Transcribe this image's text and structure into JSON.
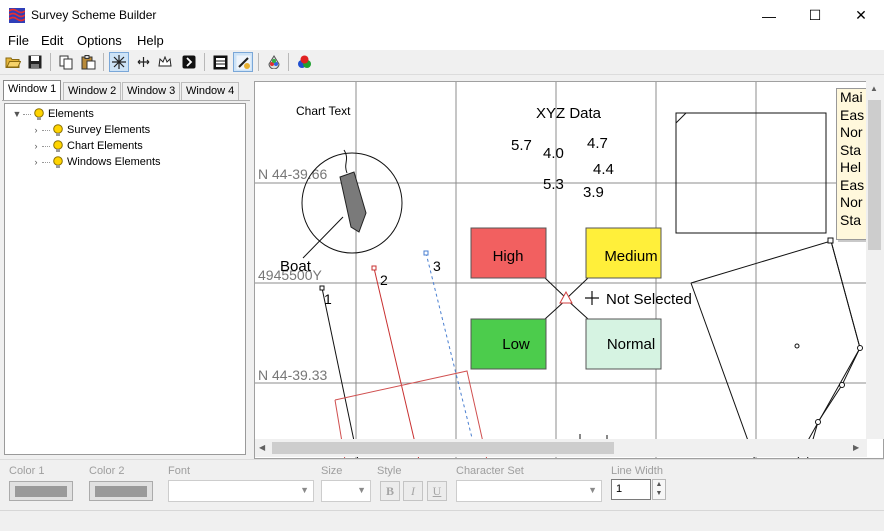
{
  "window": {
    "title": "Survey Scheme Builder",
    "minimize_glyph": "—",
    "maximize_glyph": "☐",
    "close_glyph": "✕"
  },
  "menu": [
    "File",
    "Edit",
    "Options",
    "Help"
  ],
  "toolbar_icons": [
    "open-folder-icon",
    "save-icon",
    "copy-icon",
    "paste-icon",
    "select-tool-icon",
    "move-tool-icon",
    "crown-icon",
    "forward-icon",
    "grid-view-icon",
    "layer-edit-icon",
    "color-drop-icon",
    "color-mix-icon"
  ],
  "tabs": [
    "Window 1",
    "Window 2",
    "Window 3",
    "Window 4"
  ],
  "tree": {
    "root": "Elements",
    "children": [
      "Survey Elements",
      "Chart Elements",
      "Windows Elements"
    ]
  },
  "chart": {
    "chart_text": "Chart Text",
    "xyz_title": "XYZ Data",
    "xyz_values": [
      "5.7",
      "4.0",
      "4.7",
      "4.4",
      "5.3",
      "3.9"
    ],
    "grid_labels": [
      "N 44-39.66",
      "4945500Y",
      "N 44-39.33"
    ],
    "boat_label": "Boat",
    "line_labels": [
      "1",
      "2",
      "3"
    ],
    "status_boxes": {
      "high": "High",
      "medium": "Medium",
      "low": "Low",
      "normal": "Normal"
    },
    "status_colors": {
      "high": "#f26060",
      "medium": "#ffef3a",
      "low": "#4ccc4c",
      "normal": "#d6f3e2"
    },
    "not_selected_label": "Not Selected"
  },
  "info_panel": [
    "Mai",
    "Eas",
    "Nor",
    "Sta",
    "Hel",
    "Eas",
    "Nor",
    "Sta"
  ],
  "properties": {
    "color1_label": "Color 1",
    "color2_label": "Color 2",
    "font_label": "Font",
    "size_label": "Size",
    "style_label": "Style",
    "bold": "B",
    "italic": "I",
    "underline": "U",
    "charset_label": "Character Set",
    "line_width_label": "Line Width",
    "line_width_value": "1"
  }
}
